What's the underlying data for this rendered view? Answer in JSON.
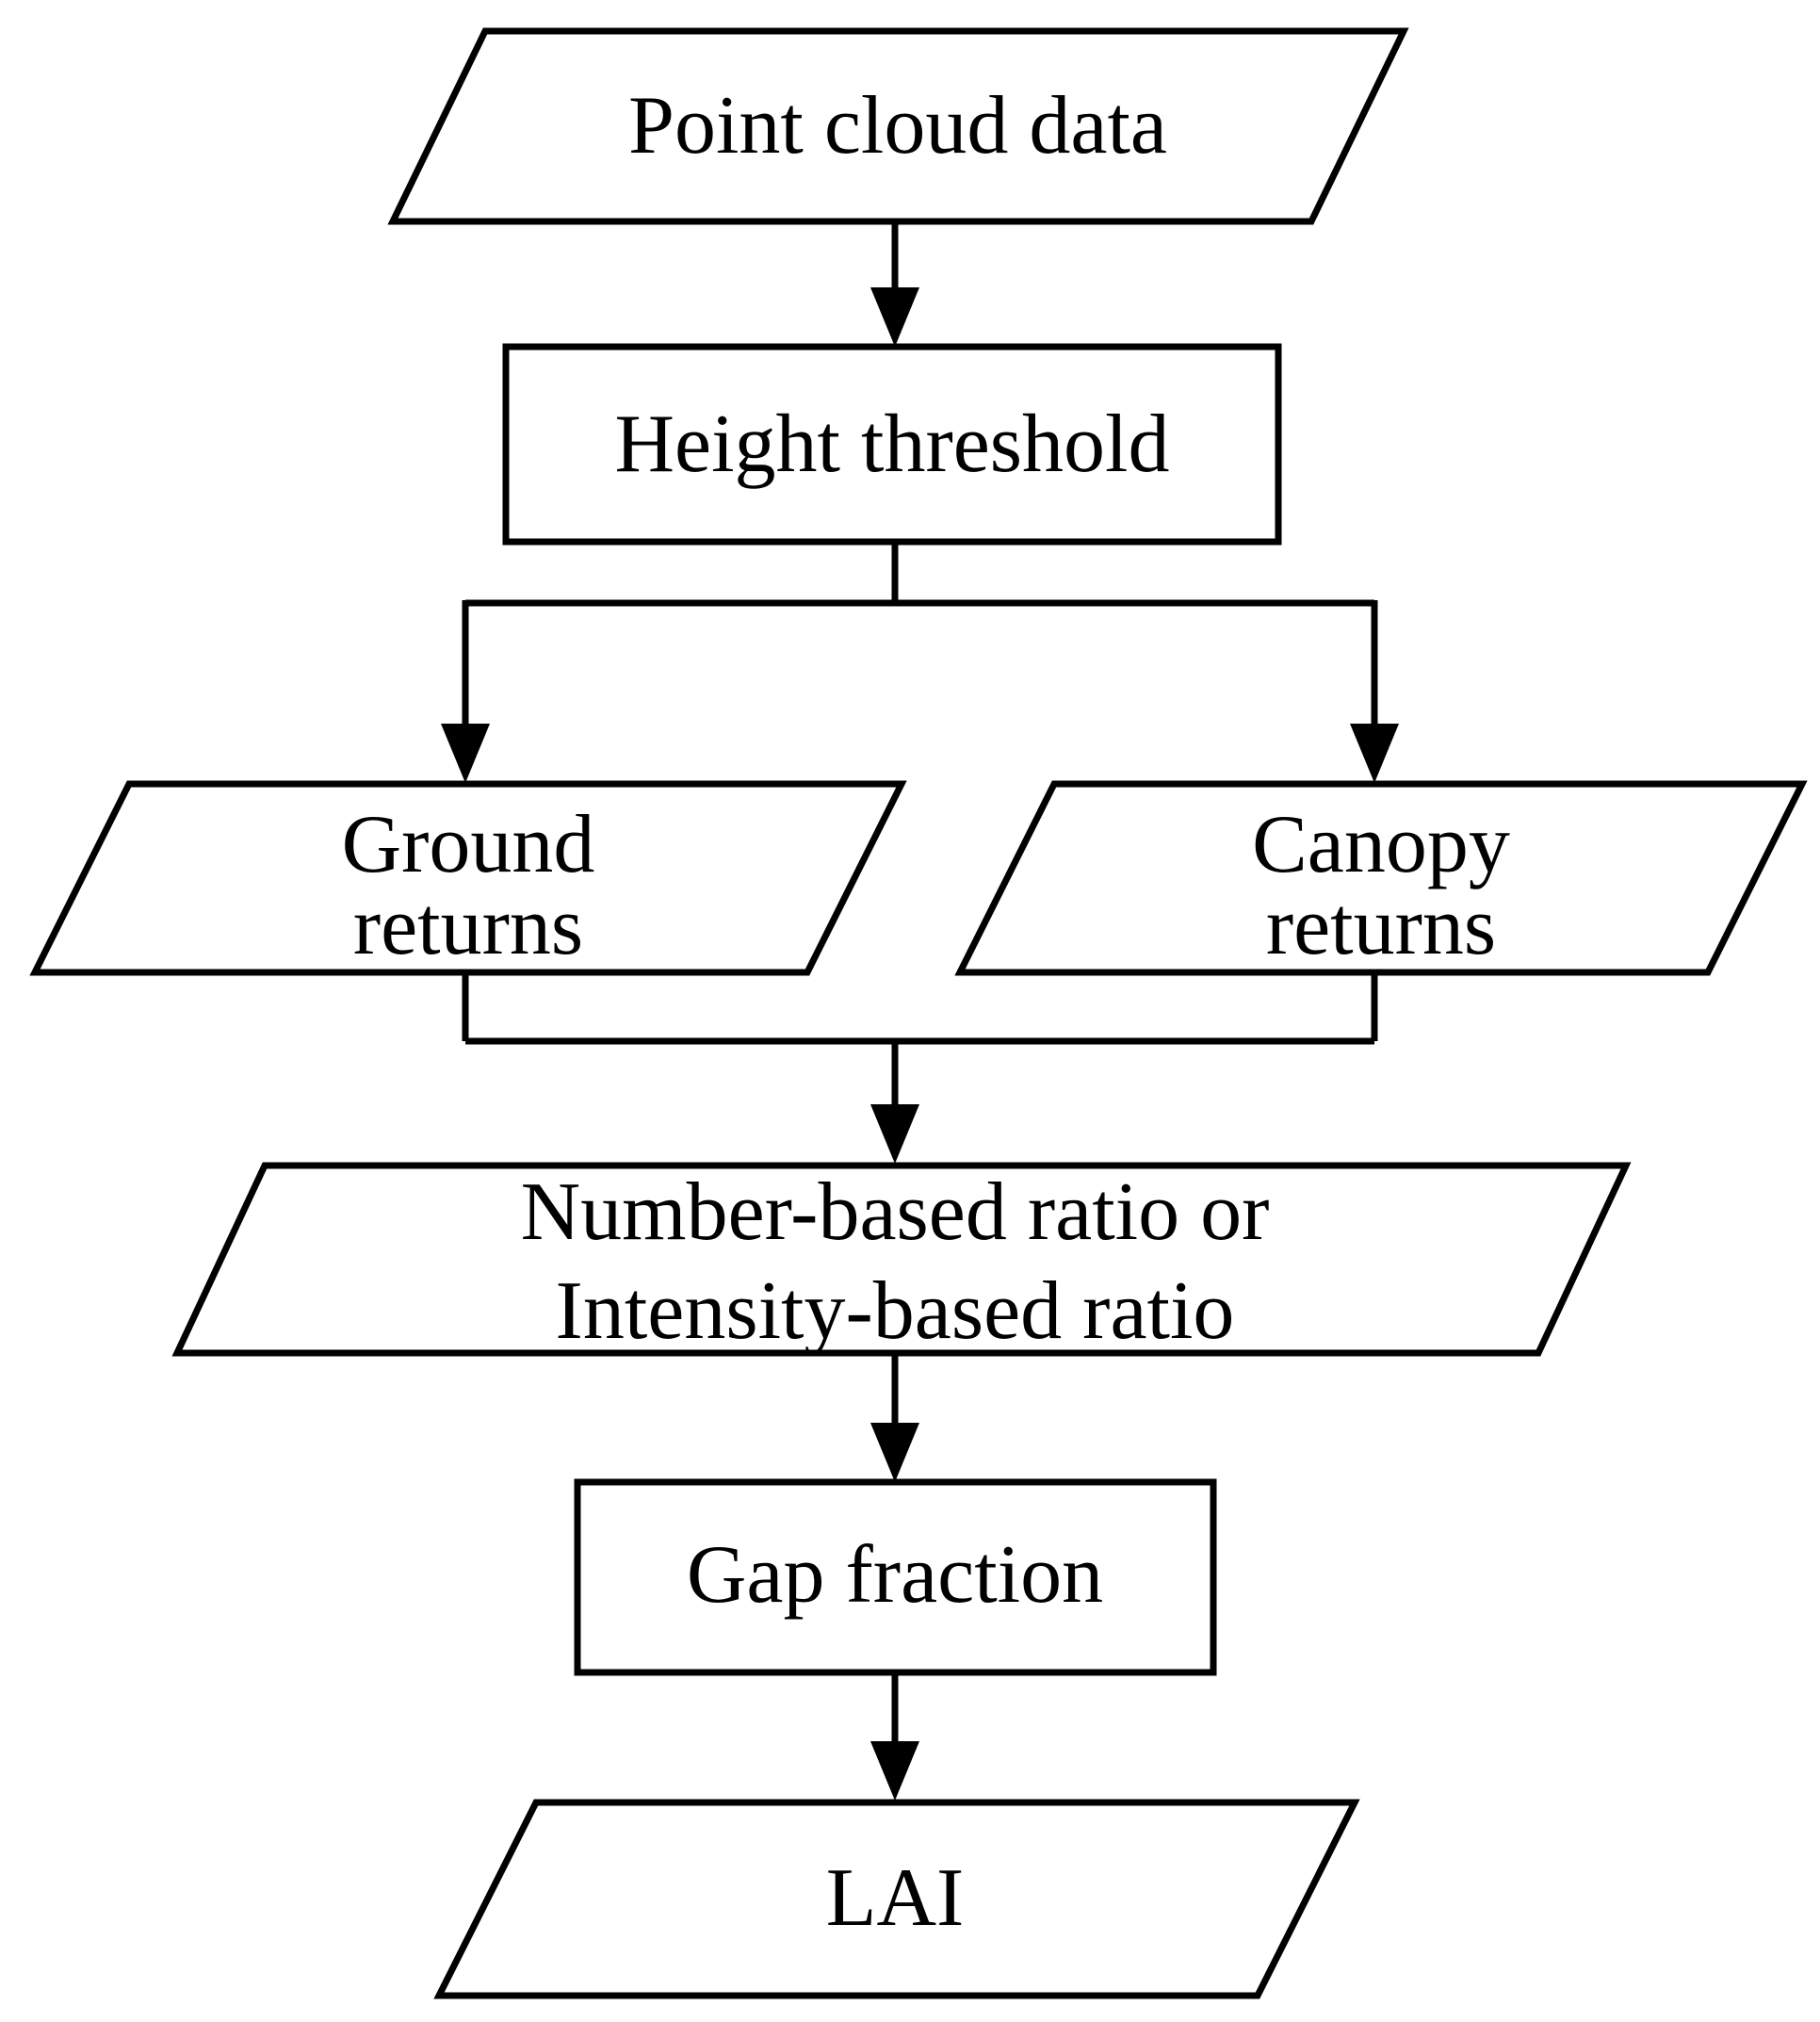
{
  "flowchart": {
    "nodes": {
      "point_cloud": {
        "label": "Point cloud data",
        "shape": "parallelogram"
      },
      "height_threshold": {
        "label": "Height threshold",
        "shape": "rectangle"
      },
      "ground": {
        "line1": "Ground",
        "line2": "returns",
        "shape": "parallelogram"
      },
      "canopy": {
        "line1": "Canopy",
        "line2": "returns",
        "shape": "parallelogram"
      },
      "ratio": {
        "line1": "Number-based ratio or",
        "line2": "Intensity-based ratio",
        "shape": "parallelogram"
      },
      "gap_fraction": {
        "label": "Gap fraction",
        "shape": "rectangle"
      },
      "lai": {
        "label": "LAI",
        "shape": "parallelogram"
      }
    },
    "edges": [
      {
        "from": "point_cloud",
        "to": "height_threshold"
      },
      {
        "from": "height_threshold",
        "to": "ground"
      },
      {
        "from": "height_threshold",
        "to": "canopy"
      },
      {
        "from": "ground",
        "to": "ratio"
      },
      {
        "from": "canopy",
        "to": "ratio"
      },
      {
        "from": "ratio",
        "to": "gap_fraction"
      },
      {
        "from": "gap_fraction",
        "to": "lai"
      }
    ],
    "colors": {
      "stroke": "#000000",
      "fill": "#ffffff",
      "background": "#ffffff"
    }
  }
}
